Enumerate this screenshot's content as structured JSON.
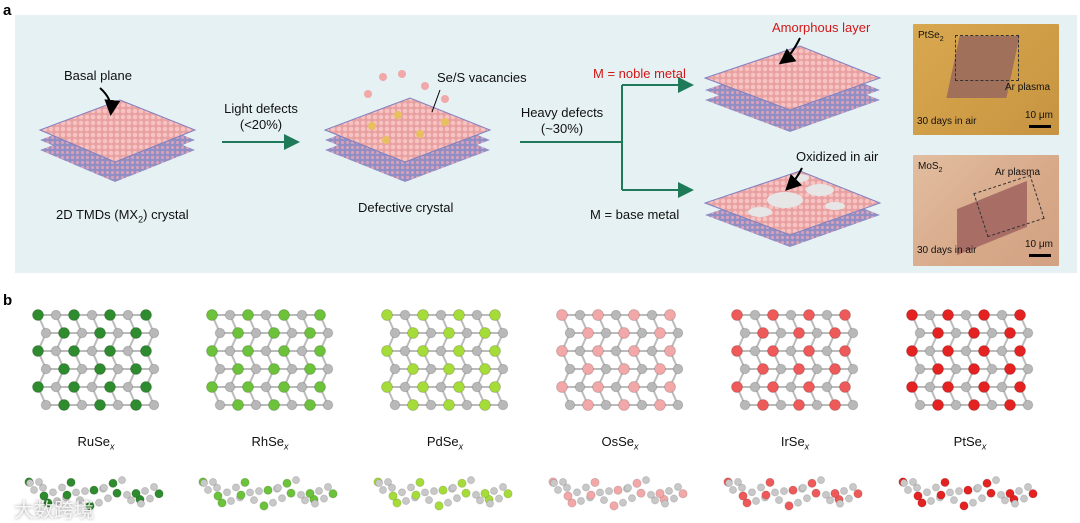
{
  "panel_a": {
    "label": "a",
    "crystal": {
      "basal_plane": "Basal plane",
      "caption": "2D TMDs (MX",
      "caption_sub": "2",
      "caption_end": ") crystal"
    },
    "light_defects": {
      "line1": "Light defects",
      "line2": "(<20%)"
    },
    "defective": {
      "vacancies": "Se/S vacancies",
      "caption": "Defective crystal"
    },
    "heavy_defects": {
      "line1": "Heavy defects",
      "line2": "(~30%)"
    },
    "noble": {
      "label": "M = noble metal",
      "annotation": "Amorphous layer"
    },
    "base": {
      "label": "M = base metal",
      "annotation": "Oxidized in air"
    },
    "micrograph_top": {
      "material": "PtSe",
      "material_sub": "2",
      "plasma": "Ar plasma",
      "days": "30 days in air",
      "scale": "10 μm"
    },
    "micrograph_bottom": {
      "material": "MoS",
      "material_sub": "2",
      "plasma": "Ar plasma",
      "days": "30 days in air",
      "scale": "10 μm"
    }
  },
  "panel_b": {
    "label": "b",
    "structures": [
      {
        "name": "RuSe",
        "sub": "x",
        "color": "#2e8b2e"
      },
      {
        "name": "RhSe",
        "sub": "x",
        "color": "#6cc23a"
      },
      {
        "name": "PdSe",
        "sub": "x",
        "color": "#a6dc3a"
      },
      {
        "name": "OsSe",
        "sub": "x",
        "color": "#f2a8a8"
      },
      {
        "name": "IrSe",
        "sub": "x",
        "color": "#ee5a5a"
      },
      {
        "name": "PtSe",
        "sub": "x",
        "color": "#e52222"
      }
    ]
  },
  "watermark": "大数跨境",
  "colors": {
    "panel_bg": "#e6f1f4",
    "arrow": "#1f7a5a",
    "atom": "#f0a8a8",
    "se_atom": "#b8b8b8"
  }
}
